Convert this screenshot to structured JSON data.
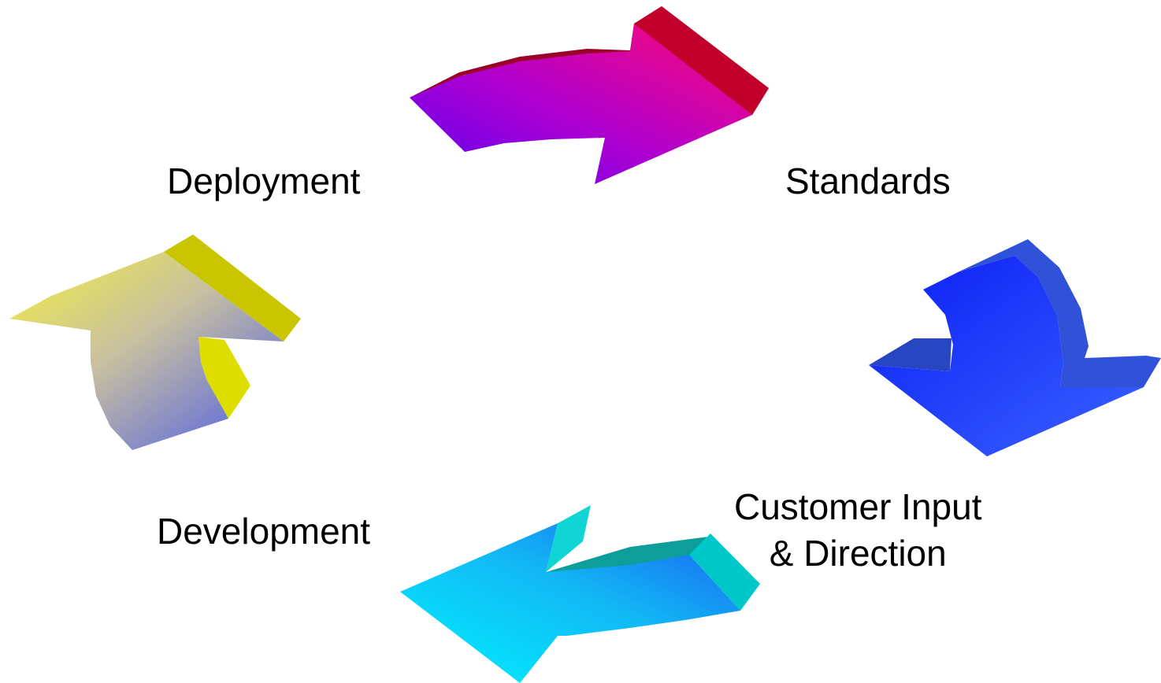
{
  "diagram": {
    "stages": {
      "deployment": "Deployment",
      "standards": "Standards",
      "development": "Development",
      "customer_line1": "Customer Input",
      "customer_line2": "& Direction"
    }
  }
}
